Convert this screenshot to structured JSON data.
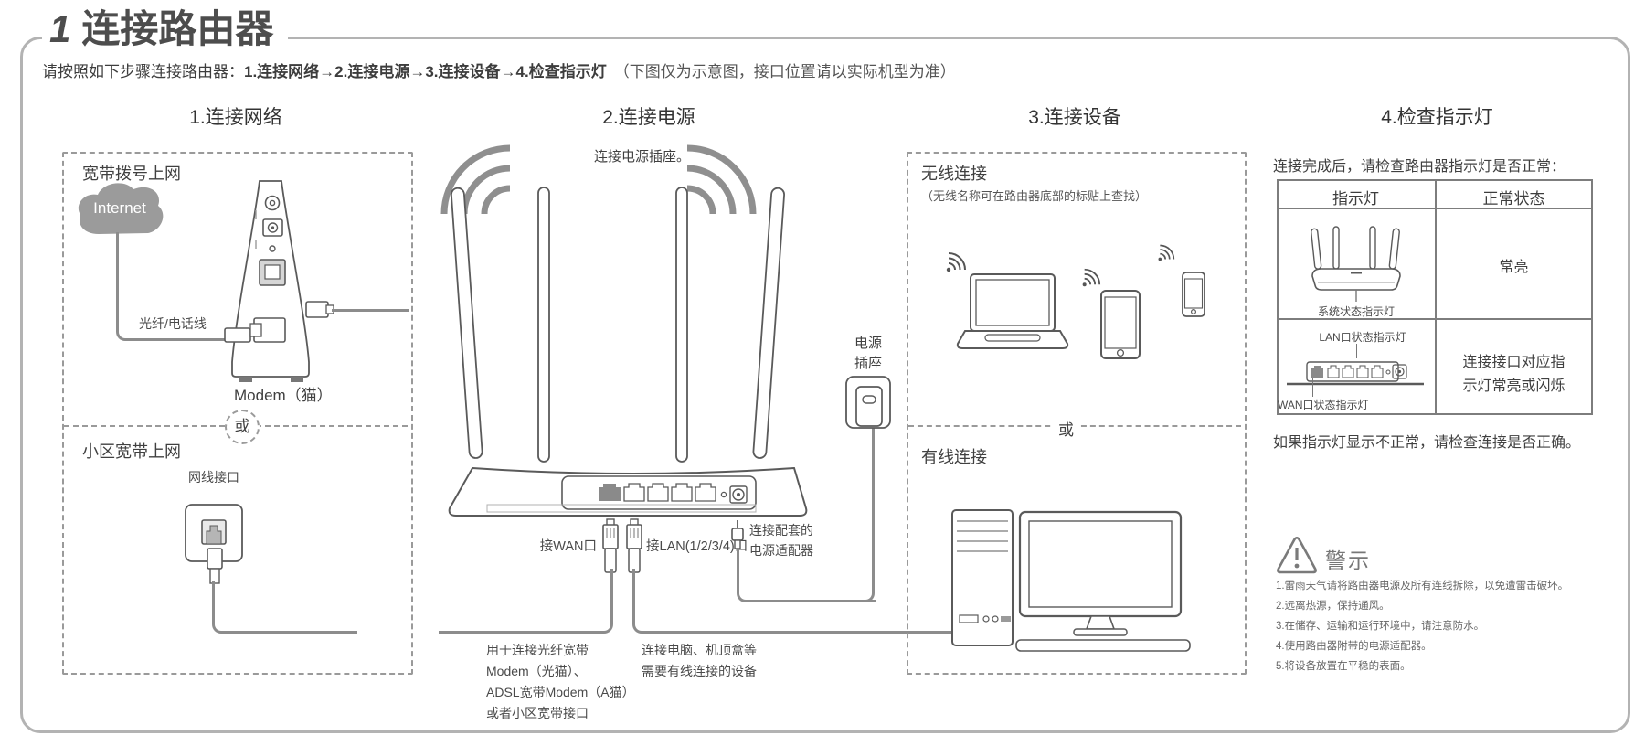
{
  "page": {
    "title_number": "1",
    "title": "连接路由器",
    "intro_prefix": "请按照如下步骤连接路由器：",
    "intro_steps": "1.连接网络→2.连接电源→3.连接设备→4.检查指示灯",
    "intro_note": "（下图仅为示意图，接口位置请以实际机型为准）"
  },
  "step1": {
    "heading": "1.连接网络",
    "option1_label": "宽带拨号上网",
    "cloud_label": "Internet",
    "cable_label": "光纤/电话线",
    "modem_label": "Modem（猫）",
    "or_label": "或",
    "option2_label": "小区宽带上网",
    "wall_port_label": "网线接口"
  },
  "step2": {
    "heading": "2.连接电源",
    "sub": "连接电源插座。",
    "socket_label_line1": "电源",
    "socket_label_line2": "插座",
    "wan_label": "接WAN口",
    "lan_label": "接LAN(1/2/3/4)口",
    "adapter_label_line1": "连接配套的",
    "adapter_label_line2": "电源适配器",
    "wan_note": [
      "用于连接光纤宽带",
      "Modem（光猫）、",
      "ADSL宽带Modem（A猫）",
      "或者小区宽带接口"
    ],
    "lan_note": [
      "连接电脑、机顶盒等",
      "需要有线连接的设备"
    ]
  },
  "step3": {
    "heading": "3.连接设备",
    "wireless_label": "无线连接",
    "wireless_note": "（无线名称可在路由器底部的标贴上查找）",
    "or_label": "或",
    "wired_label": "有线连接"
  },
  "step4": {
    "heading": "4.检查指示灯",
    "intro": "连接完成后，请检查路由器指示灯是否正常：",
    "table": {
      "col1": "指示灯",
      "col2": "正常状态",
      "row1_caption": "系统状态指示灯",
      "row1_status": "常亮",
      "row2_caption_top": "LAN口状态指示灯",
      "row2_caption_bottom": "WAN口状态指示灯",
      "row2_status_line1": "连接接口对应指",
      "row2_status_line2": "示灯常亮或闪烁"
    },
    "footnote": "如果指示灯显示不正常，请检查连接是否正确。"
  },
  "warning": {
    "title": "警示",
    "items": [
      "1.雷雨天气请将路由器电源及所有连线拆除，以免遭雷击破坏。",
      "2.远离热源，保持通风。",
      "3.在储存、运输和运行环境中，请注意防水。",
      "4.使用路由器附带的电源适配器。",
      "5.将设备放置在平稳的表面。"
    ]
  },
  "colors": {
    "text": "#404040",
    "line": "#5a5a5a",
    "cable": "#8c8c8c",
    "gray_fill": "#9b9b9b",
    "dash": "#9a9a9a"
  }
}
